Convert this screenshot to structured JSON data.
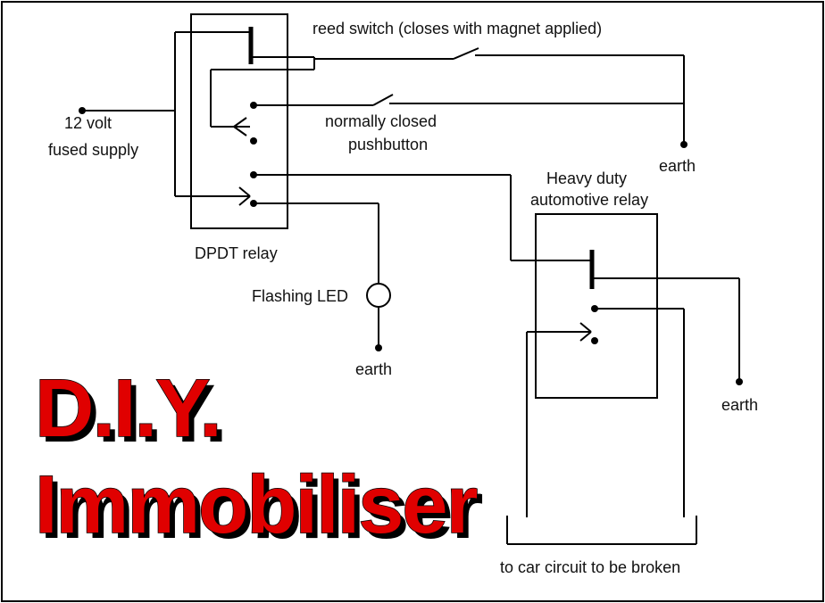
{
  "labels": {
    "reed_switch": "reed switch (closes with magnet applied)",
    "supply_line1": "12 volt",
    "supply_line2": "fused supply",
    "pushbutton_line1": "normally closed",
    "pushbutton_line2": "pushbutton",
    "earth_top": "earth",
    "heavy_relay_line1": "Heavy duty",
    "heavy_relay_line2": "automotive relay",
    "dpdt_relay": "DPDT relay",
    "flashing_led": "Flashing LED",
    "earth_led": "earth",
    "earth_right": "earth",
    "car_circuit": "to car circuit to be broken"
  },
  "title": {
    "line1": "D.I.Y.",
    "line2": "Immobiliser"
  },
  "colors": {
    "title_fill": "#e00000",
    "title_outline": "#000000",
    "wire": "#000000",
    "background": "#ffffff"
  }
}
